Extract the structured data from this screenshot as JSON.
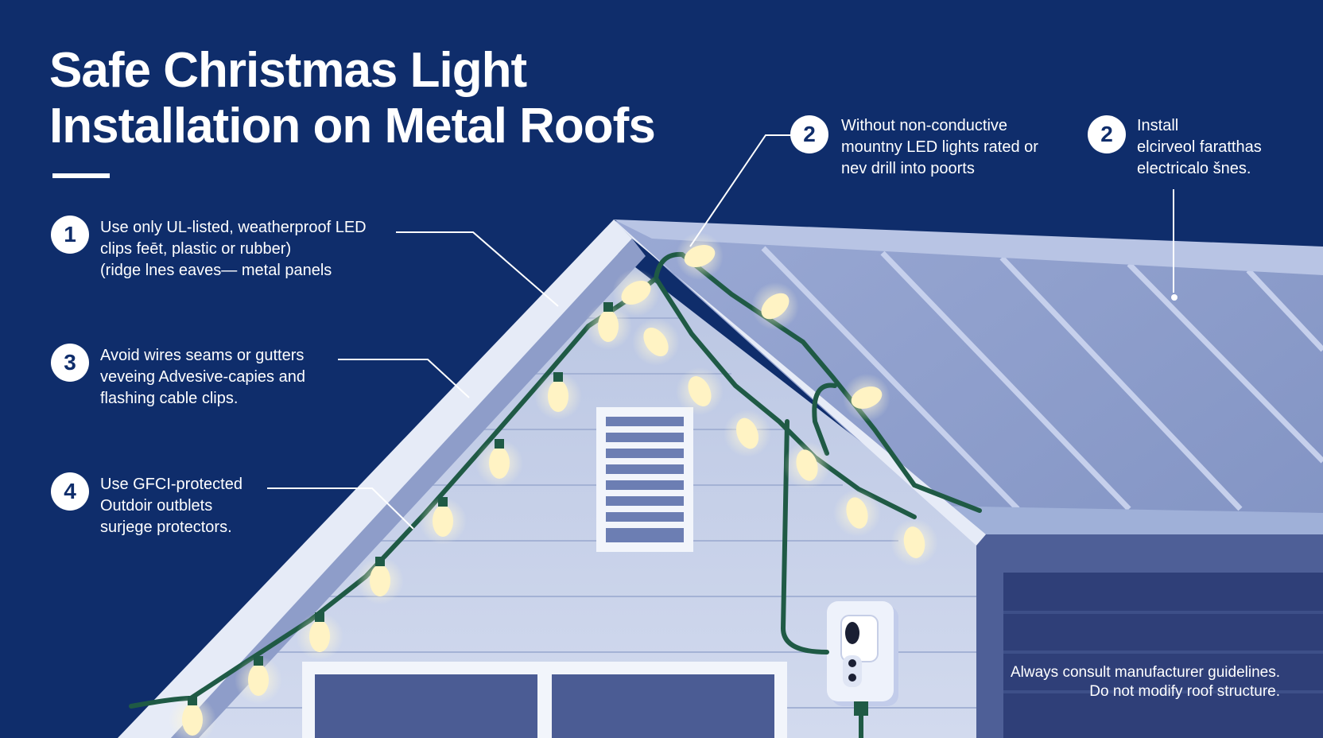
{
  "title": {
    "line1": "Safe Christmas Light",
    "line2": "Installation on Metal Roofs"
  },
  "callouts": [
    {
      "badge": "1",
      "lines": [
        "Use only UL-listed, weatherproof LED",
        "clips feēt, plastic or rubber)",
        "(ridge lnes eaves— metal panels"
      ]
    },
    {
      "badge": "3",
      "lines": [
        "Avoid wires seams or gutters",
        "veveing Adveѕive-capies and",
        "flashing cable clips."
      ]
    },
    {
      "badge": "4",
      "lines": [
        "Use GFCI-protected",
        "Outdoir outblets",
        "surjege protectors."
      ]
    },
    {
      "badge": "2",
      "lines": [
        "Without non-conductive",
        "mountny LED lights rated or",
        "nev drill into poorts"
      ]
    },
    {
      "badge": "2",
      "lines": [
        "Install",
        "elcirveol faratthas",
        "electricalo šnes."
      ]
    }
  ],
  "disclaimer": {
    "line1": "Always consult manufacturer guidelines.",
    "line2": "Do not modify roof structure."
  },
  "colors": {
    "background": "#0f2d6b",
    "siding": "#c9d3e8",
    "roof_panel": "#8497c6",
    "trim": "#f2f5fb",
    "wire": "#1f5a45",
    "bulb": "#fff3c4"
  }
}
